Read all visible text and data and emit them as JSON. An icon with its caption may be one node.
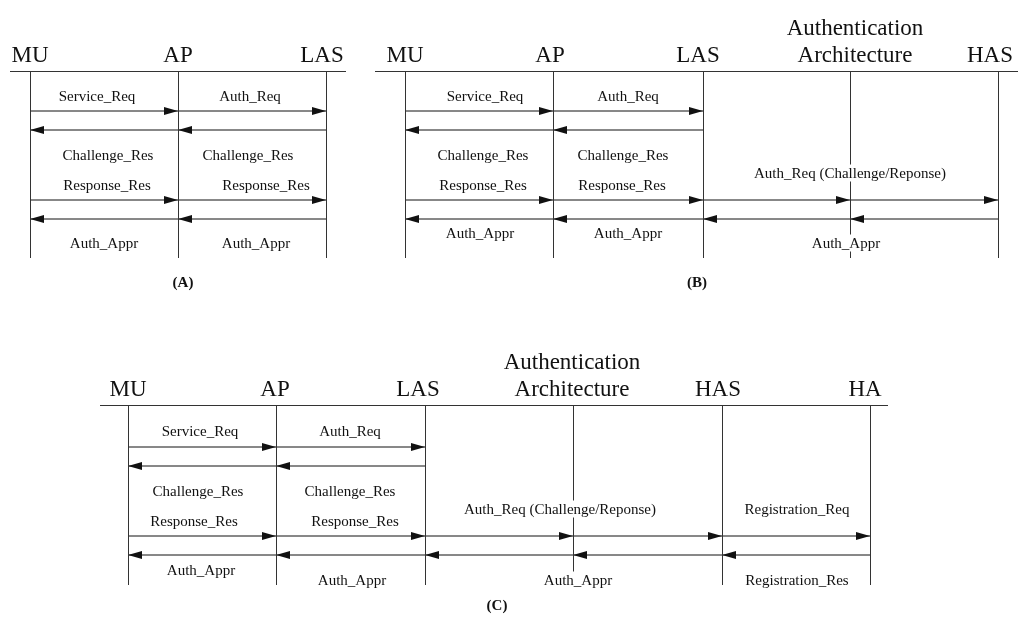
{
  "diagram": {
    "nodes": [
      {
        "text": [
          "MU"
        ]
      },
      {
        "text": [
          "AP"
        ]
      },
      {
        "text": [
          "LAS"
        ]
      },
      {
        "text": [
          "MU"
        ]
      },
      {
        "text": [
          "AP"
        ]
      },
      {
        "text": [
          "LAS"
        ]
      },
      {
        "text": [
          "Authentication Architecture"
        ]
      },
      {
        "text": [
          "HAS"
        ]
      },
      {
        "text": [
          "MU"
        ]
      },
      {
        "text": [
          "AP"
        ]
      },
      {
        "text": [
          "LAS"
        ]
      },
      {
        "text": [
          "Authentication Architecture"
        ]
      },
      {
        "text": [
          "HAS"
        ]
      },
      {
        "text": [
          "HA"
        ]
      }
    ],
    "edges": [
      {
        "from": 0,
        "to": 1,
        "arrow": "to",
        "label": "Service_Req"
      },
      {
        "from": 1,
        "to": 2,
        "arrow": "to",
        "label": "Auth_Req"
      },
      {
        "from": 2,
        "to": 1,
        "arrow": "to",
        "label": "Challenge_Res"
      },
      {
        "from": 1,
        "to": 0,
        "arrow": "to",
        "label": "Challenge_Res"
      },
      {
        "from": 0,
        "to": 1,
        "arrow": "to",
        "label": "Response_Res"
      },
      {
        "from": 1,
        "to": 2,
        "arrow": "to",
        "label": "Response_Res"
      },
      {
        "from": 2,
        "to": 1,
        "arrow": "to",
        "label": "Auth_Appr"
      },
      {
        "from": 1,
        "to": 0,
        "arrow": "to",
        "label": "Auth_Appr"
      },
      {
        "from": 3,
        "to": 4,
        "arrow": "to",
        "label": "Service_Req"
      },
      {
        "from": 4,
        "to": 5,
        "arrow": "to",
        "label": "Auth_Req"
      },
      {
        "from": 5,
        "to": 4,
        "arrow": "to",
        "label": "Challenge_Res"
      },
      {
        "from": 4,
        "to": 3,
        "arrow": "to",
        "label": "Challenge_Res"
      },
      {
        "from": 3,
        "to": 4,
        "arrow": "to",
        "label": "Response_Res"
      },
      {
        "from": 4,
        "to": 5,
        "arrow": "to",
        "label": "Response_Res"
      },
      {
        "from": 5,
        "to": 6,
        "arrow": "to",
        "label": "Auth_Req (Challenge/Reponse)"
      },
      {
        "from": 6,
        "to": 7,
        "arrow": "to"
      },
      {
        "from": 7,
        "to": 6,
        "arrow": "to"
      },
      {
        "from": 6,
        "to": 5,
        "arrow": "to",
        "label": "Auth_Appr"
      },
      {
        "from": 5,
        "to": 4,
        "arrow": "to",
        "label": "Auth_Appr"
      },
      {
        "from": 4,
        "to": 3,
        "arrow": "to",
        "label": "Auth_Appr"
      },
      {
        "from": 8,
        "to": 9,
        "arrow": "to",
        "label": "Service_Req"
      },
      {
        "from": 9,
        "to": 10,
        "arrow": "to",
        "label": "Auth_Req"
      },
      {
        "from": 10,
        "to": 9,
        "arrow": "to",
        "label": "Challenge_Res"
      },
      {
        "from": 9,
        "to": 8,
        "arrow": "to",
        "label": "Challenge_Res"
      },
      {
        "from": 8,
        "to": 9,
        "arrow": "to",
        "label": "Response_Res"
      },
      {
        "from": 9,
        "to": 10,
        "arrow": "to",
        "label": "Response_Res"
      },
      {
        "from": 10,
        "to": 11,
        "arrow": "to",
        "label": "Auth_Req (Challenge/Reponse)"
      },
      {
        "from": 11,
        "to": 12,
        "arrow": "to"
      },
      {
        "from": 12,
        "to": 13,
        "arrow": "to",
        "label": "Registration_Req"
      },
      {
        "from": 13,
        "to": 12,
        "arrow": "to",
        "label": "Registration_Res"
      },
      {
        "from": 12,
        "to": 11,
        "arrow": "to"
      },
      {
        "from": 11,
        "to": 10,
        "arrow": "to",
        "label": "Auth_Appr"
      },
      {
        "from": 10,
        "to": 9,
        "arrow": "to",
        "label": "Auth_Appr"
      },
      {
        "from": 9,
        "to": 8,
        "arrow": "to",
        "label": "Auth_Appr"
      }
    ],
    "labels": [
      "(A)",
      "(B)",
      "(C)"
    ]
  }
}
